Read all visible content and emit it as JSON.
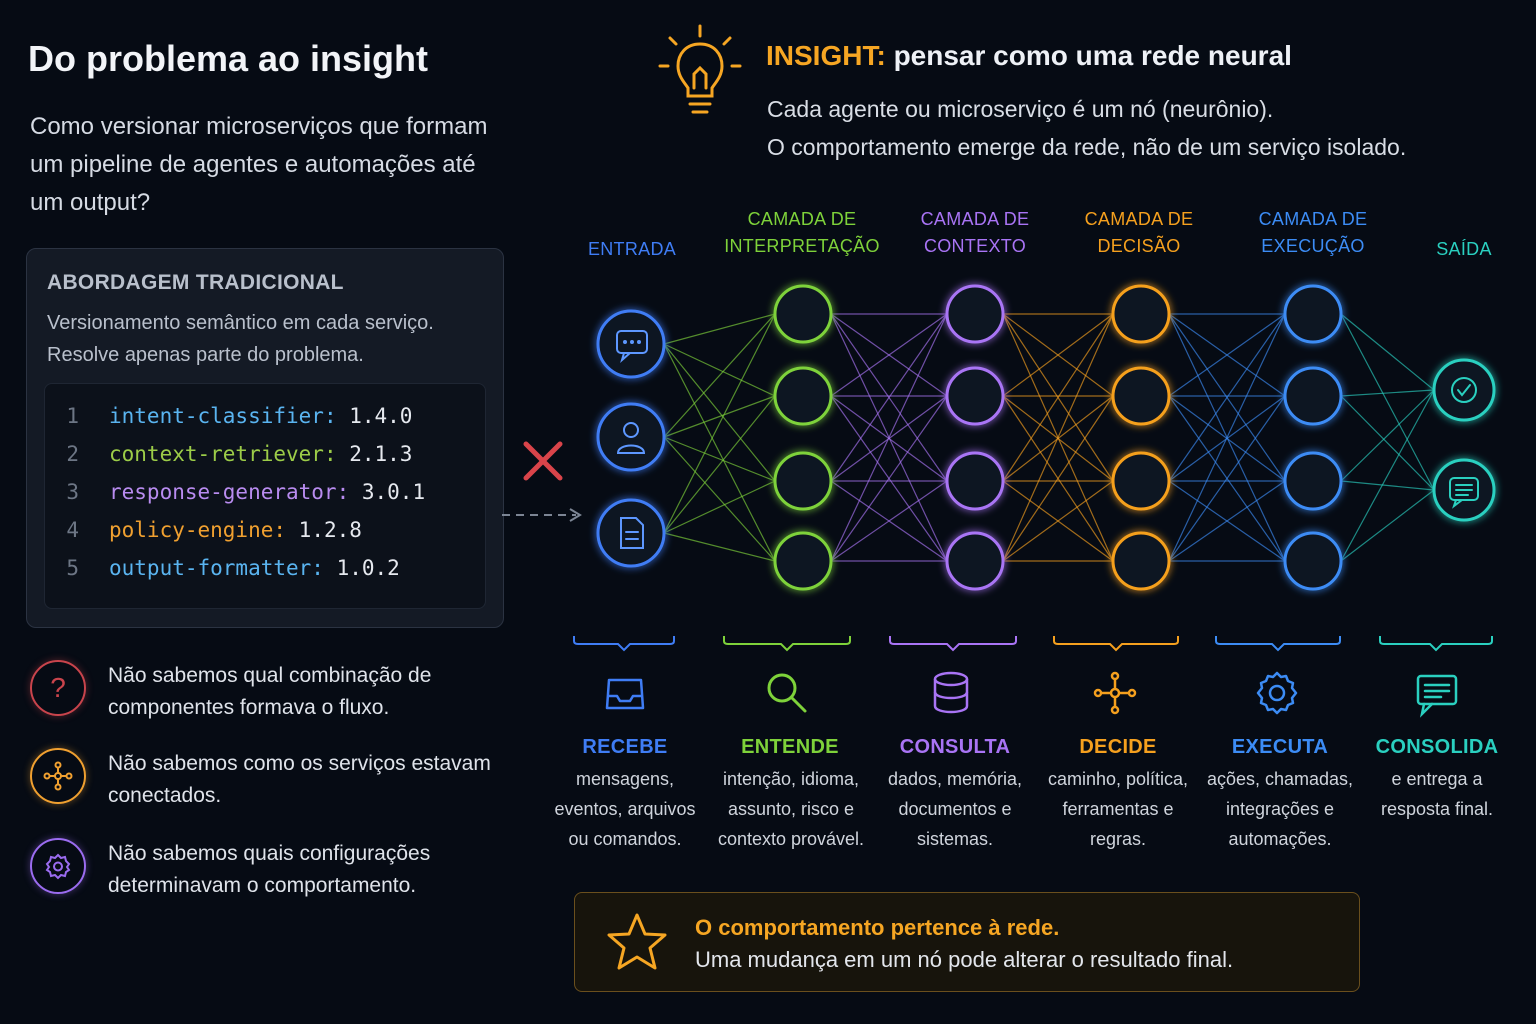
{
  "left": {
    "title": "Do problema ao insight",
    "question": "Como versionar microserviços que formam um pipeline de agentes e automações até um output?",
    "traditional": {
      "title": "ABORDAGEM TRADICIONAL",
      "desc_line1": "Versionamento semântico em cada serviço.",
      "desc_line2": "Resolve apenas parte do problema.",
      "code": [
        {
          "ln": "1",
          "key": "intent-classifier",
          "val": "1.4.0",
          "color": "#5ab4f0"
        },
        {
          "ln": "2",
          "key": "context-retriever",
          "val": "2.1.3",
          "color": "#9ccc48"
        },
        {
          "ln": "3",
          "key": "response-generator",
          "val": "3.0.1",
          "color": "#b98cf0"
        },
        {
          "ln": "4",
          "key": "policy-engine",
          "val": "1.2.8",
          "color": "#f0a030"
        },
        {
          "ln": "5",
          "key": "output-formatter",
          "val": "1.0.2",
          "color": "#5ab4f0"
        }
      ]
    },
    "problems": [
      {
        "icon": "question-icon",
        "color": "#c9444c",
        "text": "Não sabemos qual combinação de componentes formava o fluxo."
      },
      {
        "icon": "network-icon",
        "color": "#f0a030",
        "text": "Não sabemos como os serviços estavam conectados."
      },
      {
        "icon": "settings-icon",
        "color": "#9b6cf0",
        "text": "Não sabemos quais configurações determinavam o comportamento."
      }
    ]
  },
  "insight": {
    "label": "INSIGHT:",
    "headline": "pensar como uma rede neural",
    "line1": "Cada agente ou microserviço é um nó (neurônio).",
    "line2": "O comportamento emerge da rede, não de um serviço isolado.",
    "icon": "lightbulb-icon"
  },
  "layers": [
    {
      "label_line1": "ENTRADA",
      "label_line2": "",
      "color": "#3f7df5",
      "nodes": 3,
      "action": "RECEBE",
      "desc": [
        "mensagens,",
        "eventos, arquivos",
        "ou comandos."
      ],
      "icon": "inbox-icon"
    },
    {
      "label_line1": "CAMADA DE",
      "label_line2": "INTERPRETAÇÃO",
      "color": "#7ed23a",
      "nodes": 4,
      "action": "ENTENDE",
      "desc": [
        "intenção, idioma,",
        "assunto, risco e",
        "contexto provável."
      ],
      "icon": "search-icon"
    },
    {
      "label_line1": "CAMADA DE",
      "label_line2": "CONTEXTO",
      "color": "#a974f5",
      "nodes": 4,
      "action": "CONSULTA",
      "desc": [
        "dados, memória,",
        "documentos e",
        "sistemas."
      ],
      "icon": "database-icon"
    },
    {
      "label_line1": "CAMADA DE",
      "label_line2": "DECISÃO",
      "color": "#f5a01e",
      "nodes": 4,
      "action": "DECIDE",
      "desc": [
        "caminho, política,",
        "ferramentas e",
        "regras."
      ],
      "icon": "decision-network-icon"
    },
    {
      "label_line1": "CAMADA DE",
      "label_line2": "EXECUÇÃO",
      "color": "#3c8cf5",
      "nodes": 4,
      "action": "EXECUTA",
      "desc": [
        "ações, chamadas,",
        "integrações e",
        "automações."
      ],
      "icon": "gear-icon"
    },
    {
      "label_line1": "SAÍDA",
      "label_line2": "",
      "color": "#2ad0c0",
      "nodes": 2,
      "action": "CONSOLIDA",
      "desc": [
        "e entrega a",
        "resposta final."
      ],
      "icon": "message-icon"
    }
  ],
  "footer": {
    "title": "O comportamento pertence à rede.",
    "subtitle": "Uma mudança em um nó pode alterar o resultado final.",
    "icon": "star-icon"
  }
}
